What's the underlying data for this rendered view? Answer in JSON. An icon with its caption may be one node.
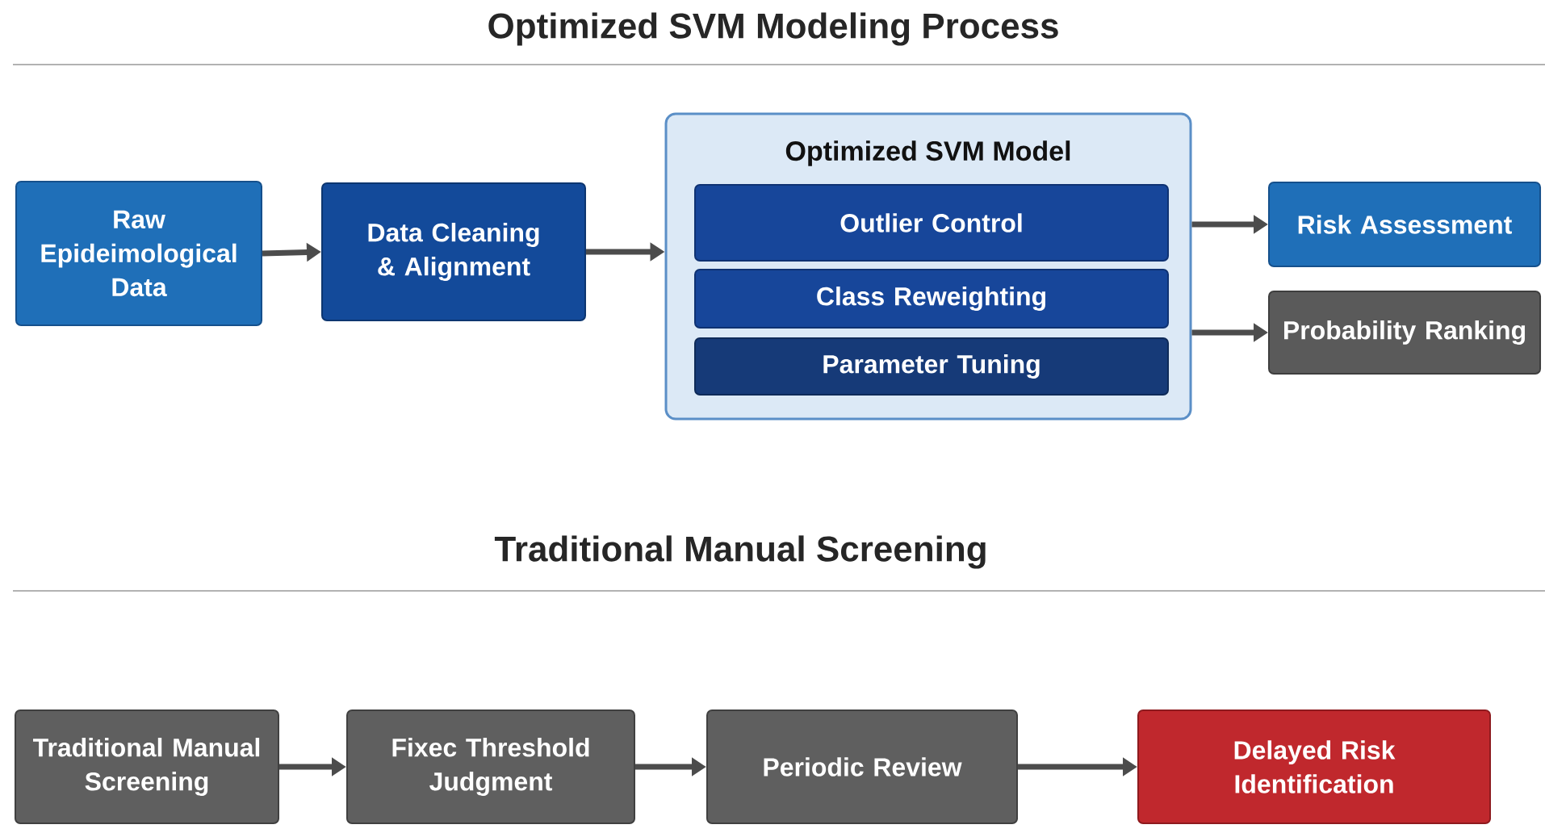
{
  "diagram": {
    "title": "Optimized SVM Modeling Process",
    "nodes": [
      {
        "text": [
          "Raw Epideimological Data"
        ]
      },
      {
        "text": [
          "Data Cleaning & Alignment"
        ]
      },
      {
        "text": [
          "Optimized SVM Model"
        ]
      },
      {
        "text": [
          "Outlier Control"
        ],
        "in": 2
      },
      {
        "text": [
          "Class Reweighting"
        ],
        "in": 2
      },
      {
        "text": [
          "Parameter Tuning"
        ],
        "in": 2
      },
      {
        "text": [
          "Risk Assessment"
        ]
      },
      {
        "text": [
          "Probability Ranking"
        ]
      },
      {
        "text": [
          "Traditional Manual Screening"
        ]
      },
      {
        "text": [
          "Fixec Threshold Judgment"
        ]
      },
      {
        "text": [
          "Periodic Review"
        ]
      },
      {
        "text": [
          "Delayed Risk Identification"
        ]
      }
    ],
    "edges": [
      {
        "from": 0,
        "to": 1,
        "arrow": "to"
      },
      {
        "from": 1,
        "to": 2,
        "arrow": "to"
      },
      {
        "from": 2,
        "to": 6,
        "arrow": "to"
      },
      {
        "from": 2,
        "to": 7,
        "arrow": "to"
      },
      {
        "from": 8,
        "to": 9,
        "arrow": "to"
      },
      {
        "from": 9,
        "to": 10,
        "arrow": "to"
      },
      {
        "from": 10,
        "to": 11,
        "arrow": "to"
      }
    ],
    "labels": [
      "Traditional Manual Screening"
    ]
  }
}
